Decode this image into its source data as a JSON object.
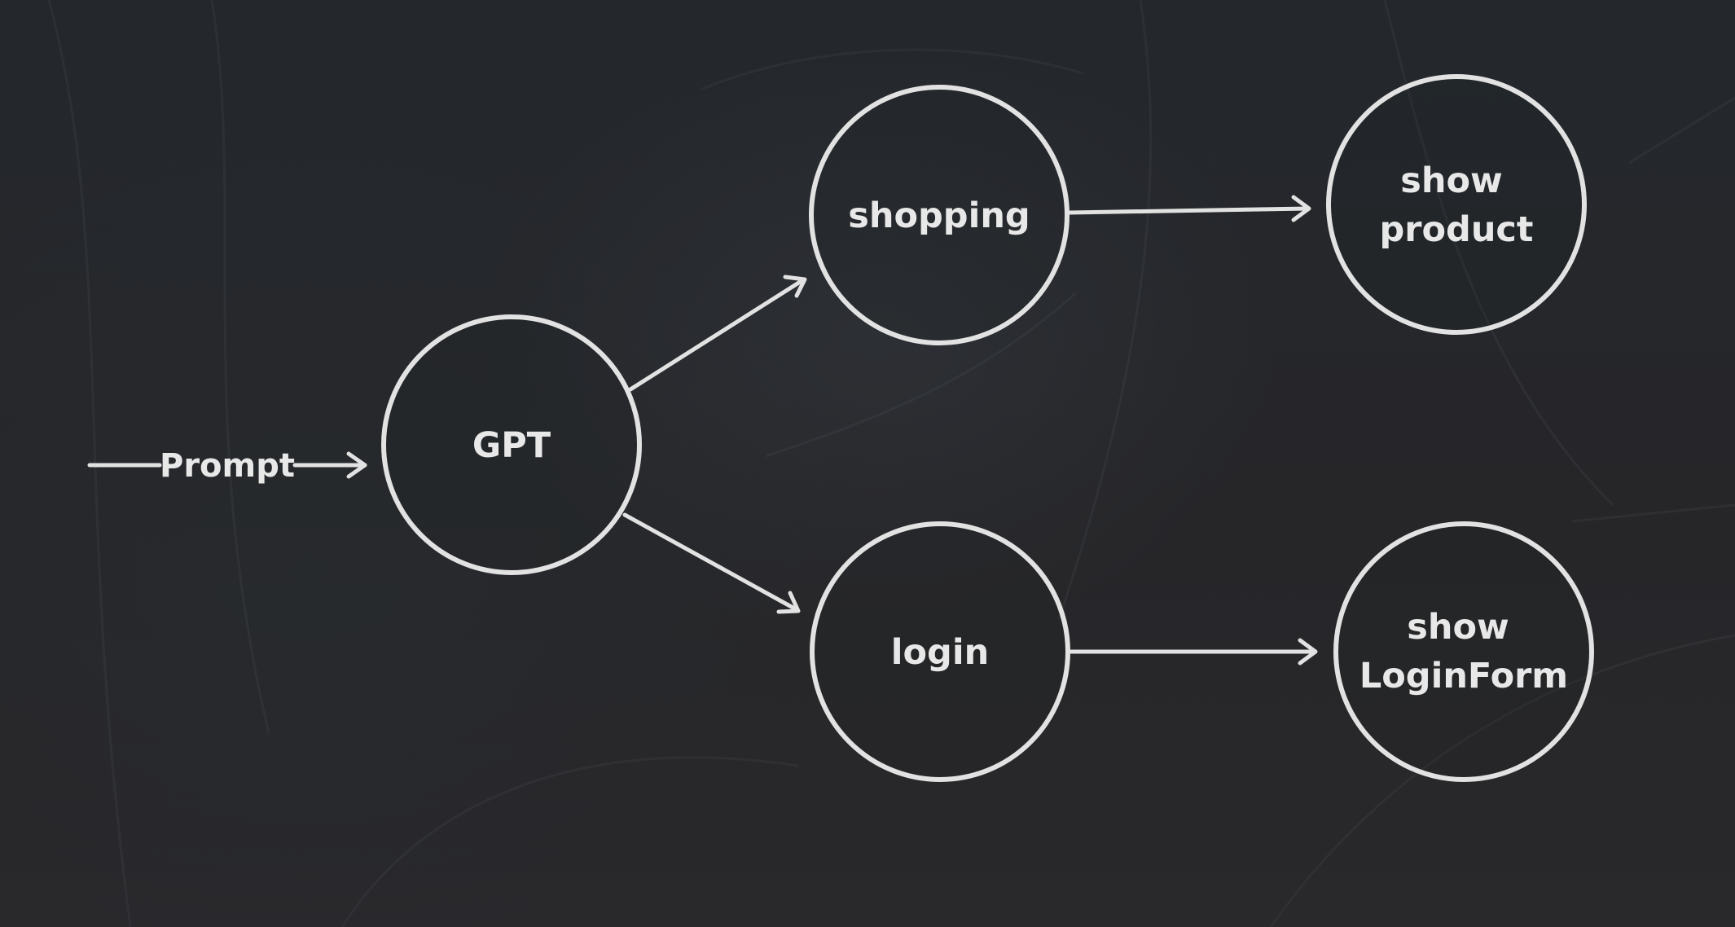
{
  "diagram": {
    "edge_prompt_label": "Prompt",
    "nodes": {
      "gpt": {
        "label": "GPT"
      },
      "shopping": {
        "label": "shopping"
      },
      "login": {
        "label": "login"
      },
      "show_product": {
        "label_line1": "show",
        "label_line2": "product"
      },
      "show_loginform": {
        "label_line1": "show",
        "label_line2": "LoginForm"
      }
    },
    "edges": [
      {
        "from": "input",
        "to": "gpt",
        "label": "Prompt"
      },
      {
        "from": "gpt",
        "to": "shopping"
      },
      {
        "from": "gpt",
        "to": "login"
      },
      {
        "from": "shopping",
        "to": "show_product"
      },
      {
        "from": "login",
        "to": "show_loginform"
      }
    ]
  },
  "colors": {
    "background": "#25272b",
    "stroke": "#e2e2e2",
    "text": "#e8e8e8"
  }
}
